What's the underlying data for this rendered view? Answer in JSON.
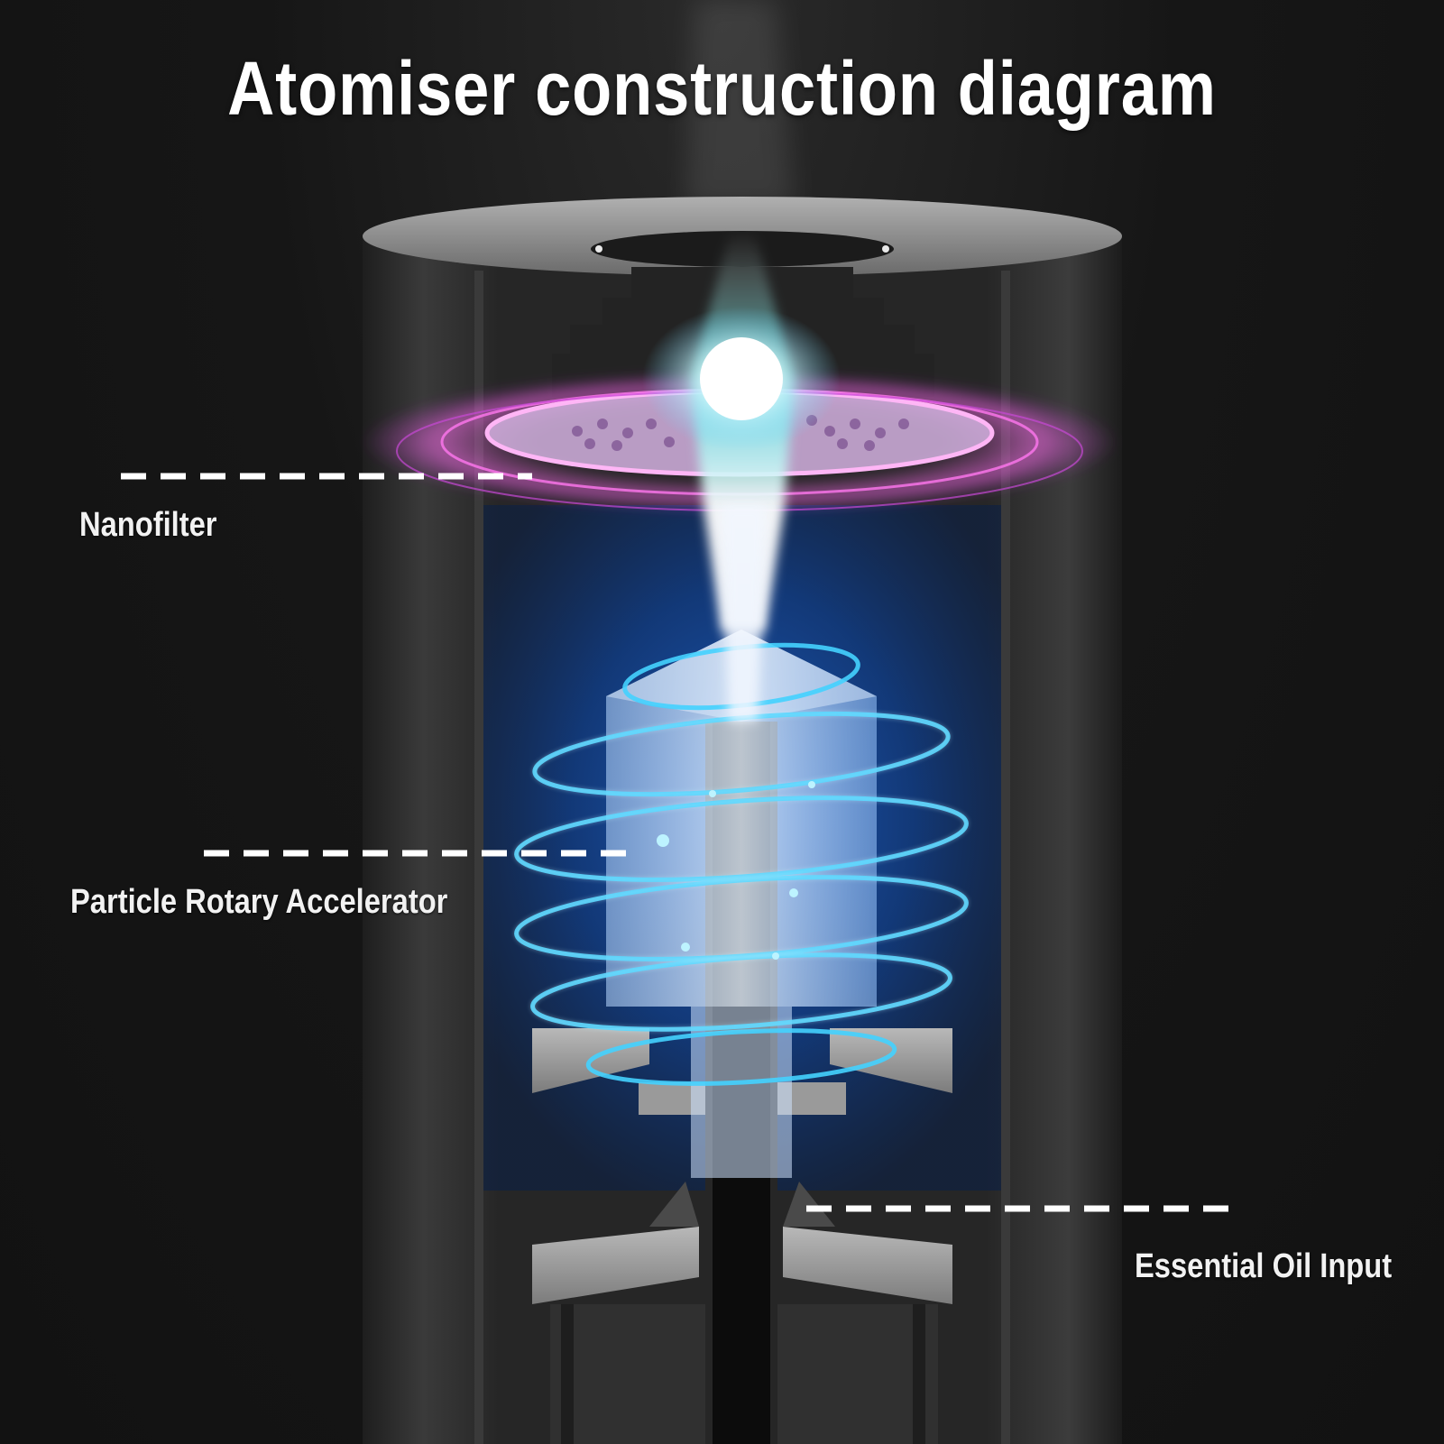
{
  "title": "Atomiser construction diagram",
  "labels": {
    "nanofilter": "Nanofilter",
    "accelerator": "Particle Rotary Accelerator",
    "oil_input": "Essential Oil Input"
  },
  "colors": {
    "background": "#141414",
    "cylinder_body": "#2b2b2b",
    "cylinder_rim": "#8a8a8a",
    "chamber_blue": "#0e3d8a",
    "filter_ring": "#e070e8",
    "spiral_glow": "#33c8ff",
    "mist_core": "#ffffff",
    "mist_cyan": "#3fe6e0",
    "leader_line": "#ffffff"
  }
}
